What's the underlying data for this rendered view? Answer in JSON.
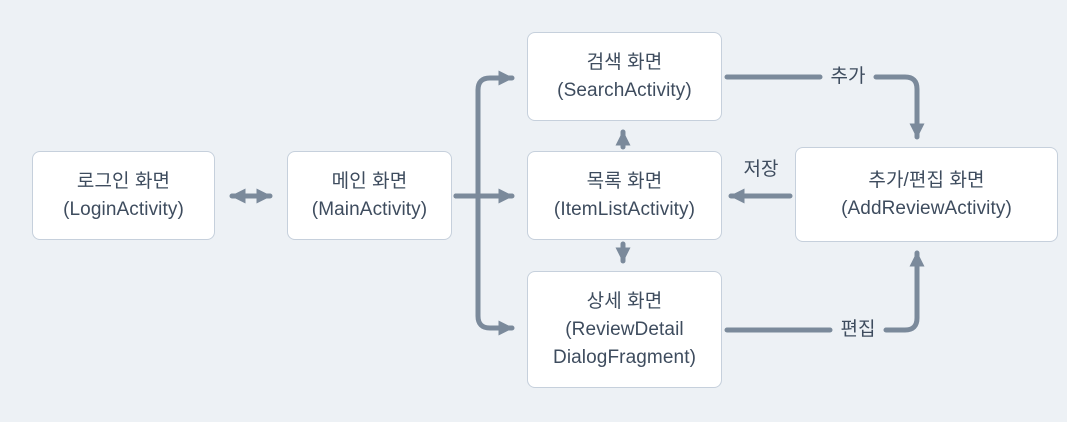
{
  "diagram": {
    "type": "screen-flow",
    "nodes": {
      "login": {
        "lines": [
          "로그인 화면",
          "(LoginActivity)"
        ]
      },
      "main": {
        "lines": [
          "메인 화면",
          "(MainActivity)"
        ]
      },
      "search": {
        "lines": [
          "검색 화면",
          "(SearchActivity)"
        ]
      },
      "item_list": {
        "lines": [
          "목록 화면",
          "(ItemListActivity)"
        ]
      },
      "detail": {
        "lines": [
          "상세 화면",
          "(ReviewDetail",
          "DialogFragment)"
        ]
      },
      "add_review": {
        "lines": [
          "추가/편집 화면",
          "(AddReviewActivity)"
        ]
      }
    },
    "edge_labels": {
      "add": "추가",
      "save": "저장",
      "edit": "편집"
    },
    "edges": [
      {
        "from": "login",
        "to": "main",
        "direction": "bidirectional",
        "label": ""
      },
      {
        "from": "main",
        "to": "search",
        "direction": "forward",
        "label": ""
      },
      {
        "from": "main",
        "to": "item_list",
        "direction": "forward",
        "label": ""
      },
      {
        "from": "main",
        "to": "detail",
        "direction": "forward",
        "label": ""
      },
      {
        "from": "item_list",
        "to": "search",
        "direction": "forward",
        "label": ""
      },
      {
        "from": "item_list",
        "to": "detail",
        "direction": "forward",
        "label": ""
      },
      {
        "from": "search",
        "to": "add_review",
        "direction": "forward",
        "label": "추가"
      },
      {
        "from": "add_review",
        "to": "item_list",
        "direction": "forward",
        "label": "저장"
      },
      {
        "from": "detail",
        "to": "add_review",
        "direction": "forward",
        "label": "편집"
      }
    ],
    "colors": {
      "background": "#edf1f5",
      "node_fill": "#ffffff",
      "node_border": "#c6d0dc",
      "arrow": "#7b8a9b",
      "text": "#3e4c5e"
    }
  }
}
